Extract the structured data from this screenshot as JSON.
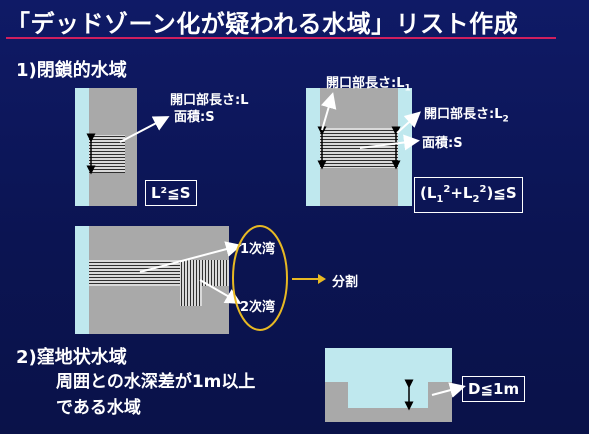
{
  "title": "「デッドゾーン化が疑われる水域」リスト作成",
  "section1": {
    "heading": "1)閉鎖的水域",
    "diagram_a": {
      "opening_label": "開口部長さ:L",
      "area_label": "面積:S",
      "condition": "L²≦S"
    },
    "diagram_b": {
      "opening1_label": "開口部長さ:L",
      "opening1_sub": "1",
      "opening2_label": "開口部長さ:L",
      "opening2_sub": "2",
      "area_label": "面積:S",
      "condition_open": "(L",
      "condition_sub1": "1",
      "condition_sup1": "2",
      "condition_plus": "+L",
      "condition_sub2": "2",
      "condition_sup2": "2",
      "condition_close": ")≦S"
    },
    "diagram_c": {
      "bay1_label": "1次湾",
      "bay2_label": "2次湾",
      "split_label": "分割"
    }
  },
  "section2": {
    "heading": "2)窪地状水域",
    "description_line1": "周囲との水深差が1m以上",
    "description_line2": "である水域",
    "condition": "D≦1m"
  },
  "colors": {
    "background": "#0d1450",
    "title_rule": "#d01f5e",
    "land": "#a9a9a9",
    "water": "#bfe8ee",
    "ellipse": "#e8b923",
    "arrow": "#e8b923"
  }
}
